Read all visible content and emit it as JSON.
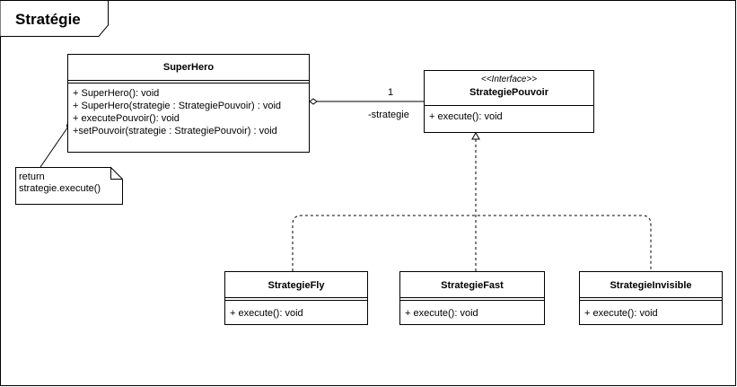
{
  "frame": {
    "title": "Stratégie"
  },
  "classes": {
    "superhero": {
      "name": "SuperHero",
      "operations": [
        "+ SuperHero(): void",
        "+ SuperHero(strategie : StrategiePouvoir) : void",
        "+ executePouvoir(): void",
        "+setPouvoir(strategie : StrategiePouvoir) : void"
      ]
    },
    "interface": {
      "stereotype": "<<Interface>>",
      "name": "StrategiePouvoir",
      "operations": [
        "+ execute(): void"
      ]
    },
    "fly": {
      "name": "StrategieFly",
      "operations": [
        "+ execute(): void"
      ]
    },
    "fast": {
      "name": "StrategieFast",
      "operations": [
        "+ execute(): void"
      ]
    },
    "invisible": {
      "name": "StrategieInvisible",
      "operations": [
        "+ execute(): void"
      ]
    }
  },
  "association": {
    "multiplicity": "1",
    "role": "-strategie"
  },
  "note": {
    "lines": [
      "return",
      "strategie.execute()"
    ]
  }
}
